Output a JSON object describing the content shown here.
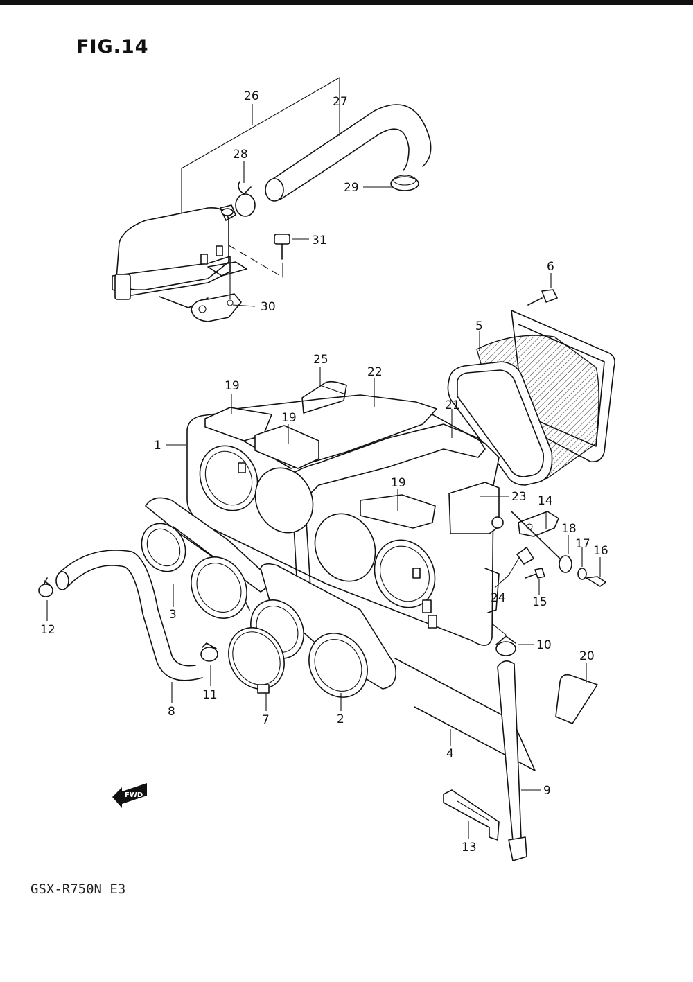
{
  "figure": {
    "title": "FIG.14"
  },
  "footer": {
    "model": "GSX-R750N E3"
  },
  "badge": {
    "fwd": "FWD"
  },
  "callouts": [
    {
      "id": "c1",
      "label": "1"
    },
    {
      "id": "c2",
      "label": "2"
    },
    {
      "id": "c3",
      "label": "3"
    },
    {
      "id": "c4",
      "label": "4"
    },
    {
      "id": "c5",
      "label": "5"
    },
    {
      "id": "c6",
      "label": "6"
    },
    {
      "id": "c7",
      "label": "7"
    },
    {
      "id": "c8",
      "label": "8"
    },
    {
      "id": "c9",
      "label": "9"
    },
    {
      "id": "c10",
      "label": "10"
    },
    {
      "id": "c11",
      "label": "11"
    },
    {
      "id": "c12",
      "label": "12"
    },
    {
      "id": "c13",
      "label": "13"
    },
    {
      "id": "c14",
      "label": "14"
    },
    {
      "id": "c15",
      "label": "15"
    },
    {
      "id": "c16",
      "label": "16"
    },
    {
      "id": "c17",
      "label": "17"
    },
    {
      "id": "c18",
      "label": "18"
    },
    {
      "id": "c19a",
      "label": "19"
    },
    {
      "id": "c19b",
      "label": "19"
    },
    {
      "id": "c19c",
      "label": "19"
    },
    {
      "id": "c20",
      "label": "20"
    },
    {
      "id": "c21",
      "label": "21"
    },
    {
      "id": "c22",
      "label": "22"
    },
    {
      "id": "c23",
      "label": "23"
    },
    {
      "id": "c24",
      "label": "24"
    },
    {
      "id": "c25",
      "label": "25"
    },
    {
      "id": "c26",
      "label": "26"
    },
    {
      "id": "c27",
      "label": "27"
    },
    {
      "id": "c28",
      "label": "28"
    },
    {
      "id": "c29",
      "label": "29"
    },
    {
      "id": "c30",
      "label": "30"
    },
    {
      "id": "c31",
      "label": "31"
    }
  ]
}
